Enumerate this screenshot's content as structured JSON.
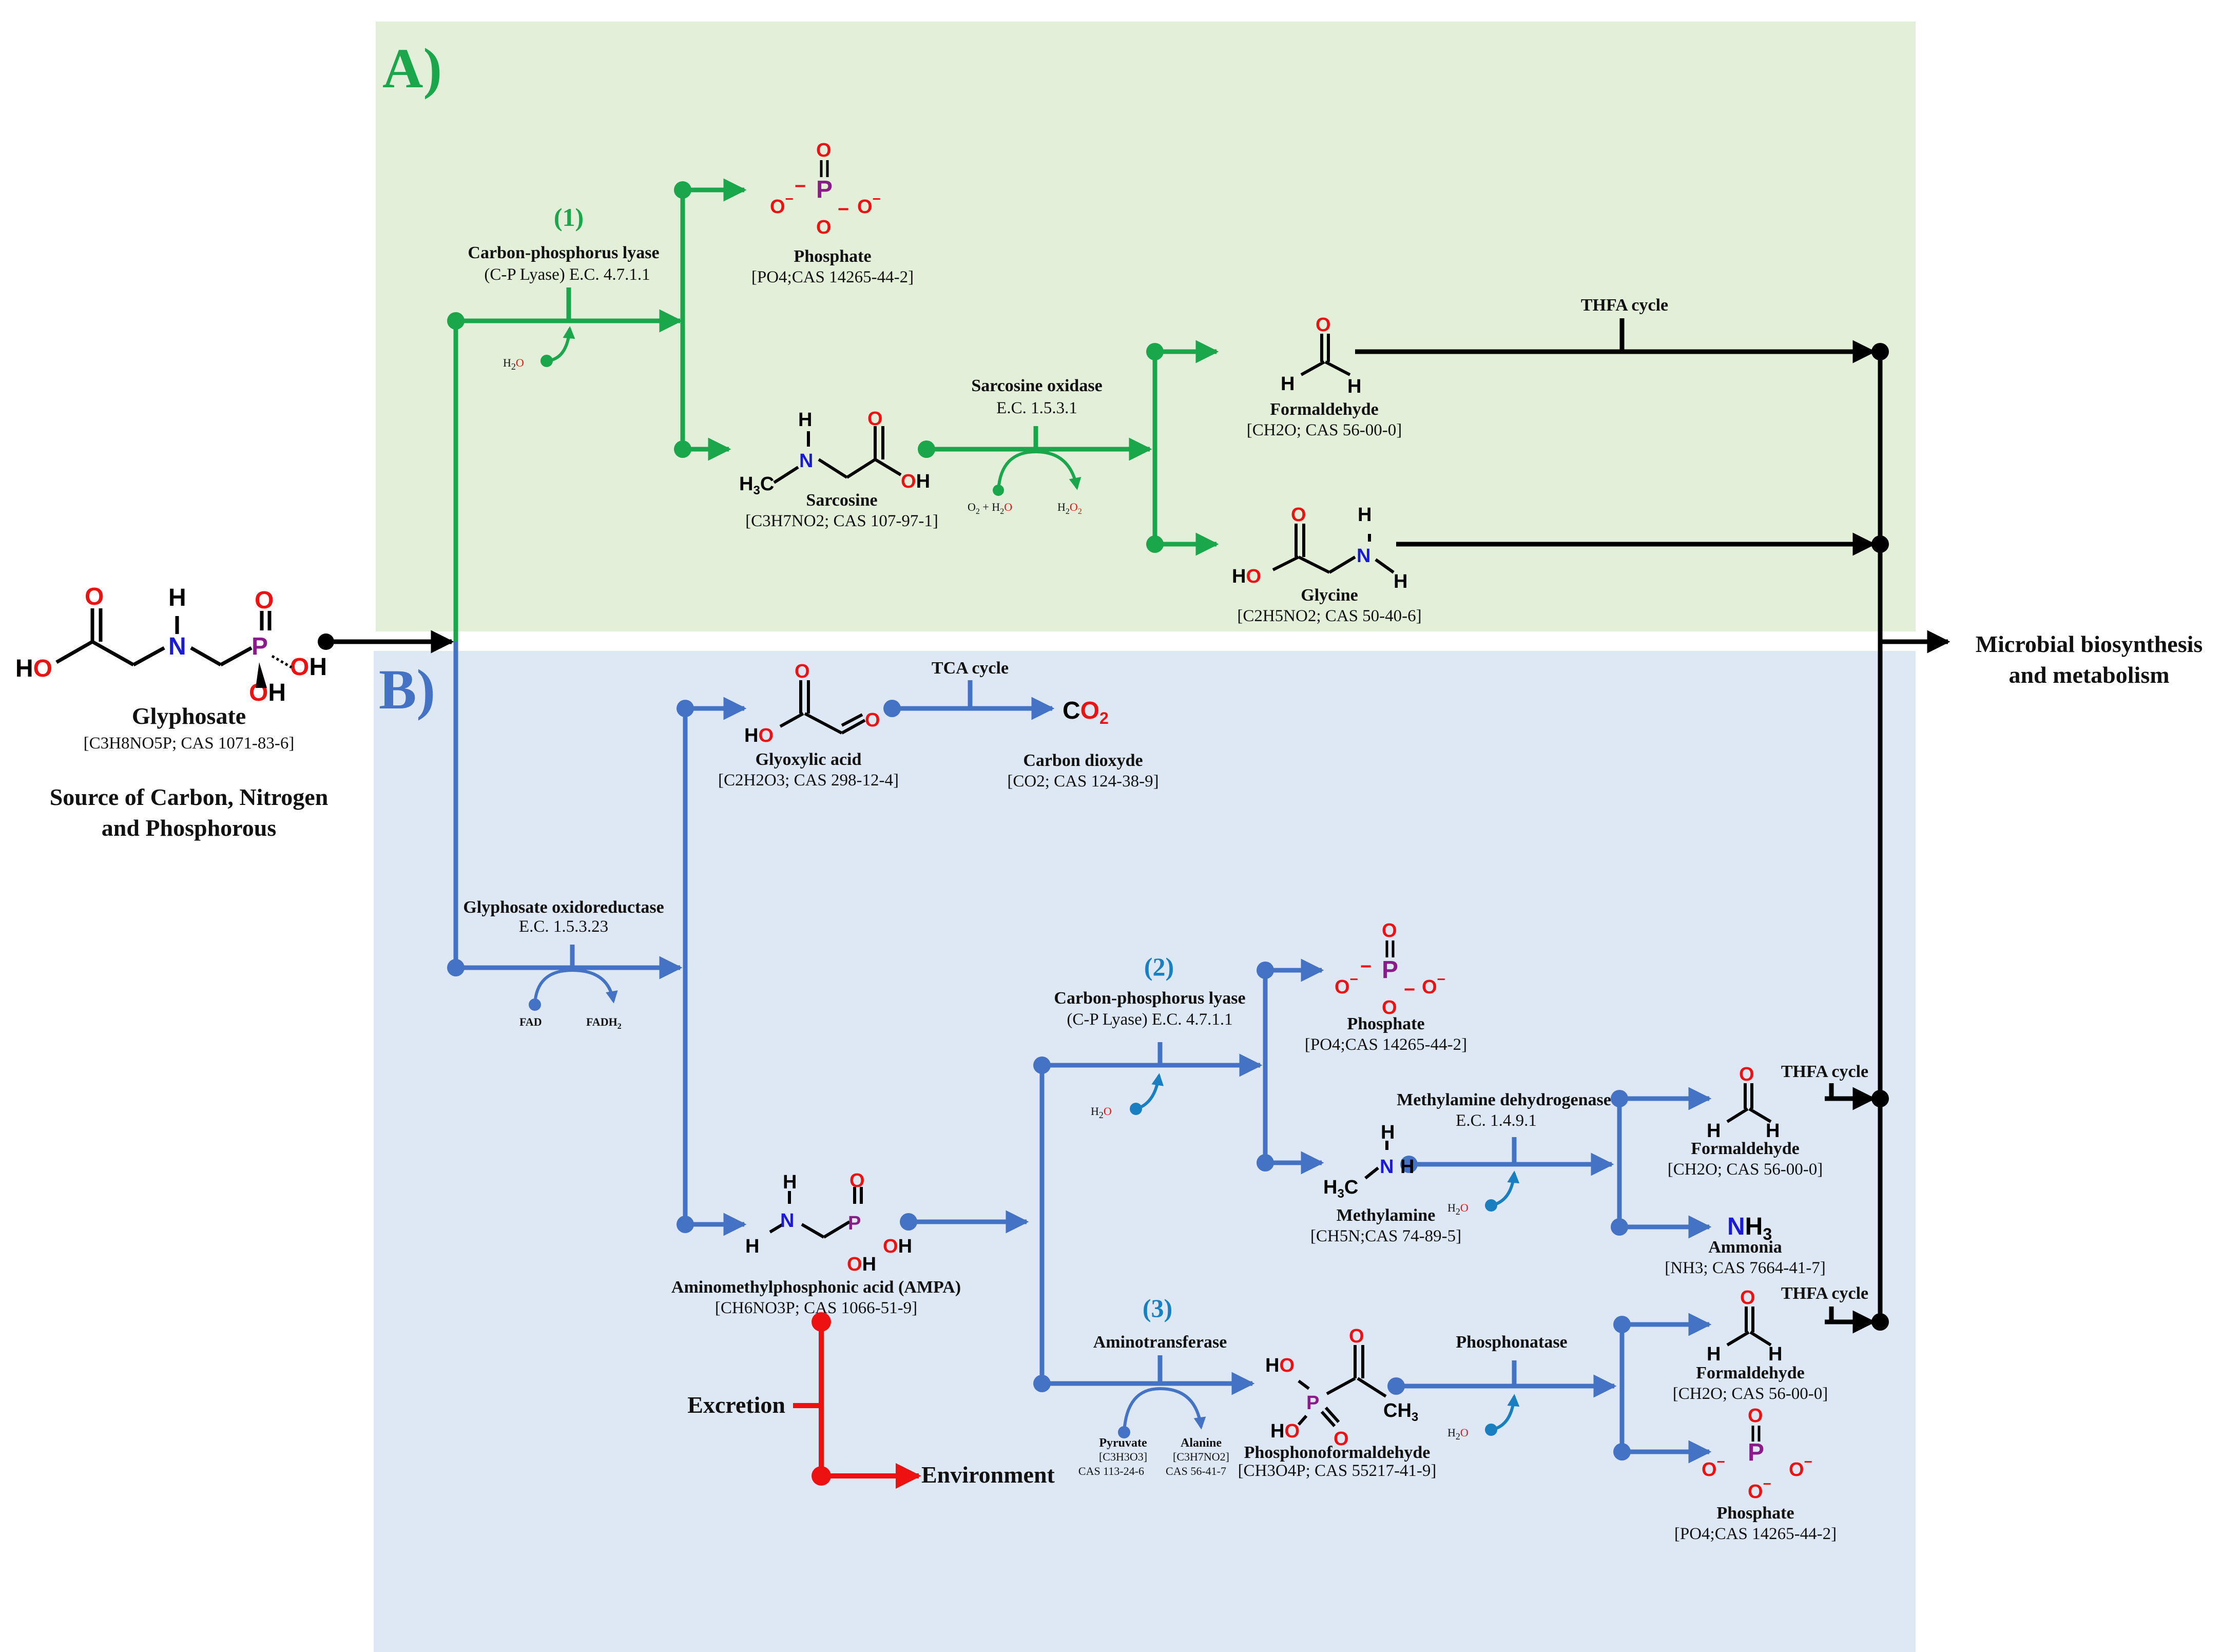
{
  "panels": {
    "a_label": "A)",
    "b_label": "B)"
  },
  "glyphosate": {
    "name": "Glyphosate",
    "formula": "[C3H8NO5P; CAS 1071-83-6]",
    "source_line1": "Source of Carbon, Nitrogen",
    "source_line2": "and Phosphorous"
  },
  "output": {
    "line1": "Microbial biosynthesis",
    "line2": "and metabolism"
  },
  "pathway_a": {
    "step_number": "(1)",
    "enzyme_cp_lyase": "Carbon-phosphorus lyase",
    "enzyme_cp_lyase_ec": "(C-P Lyase) E.C. 4.7.1.1",
    "phosphate": "Phosphate",
    "phosphate_cas": "[PO4;CAS 14265-44-2]",
    "sarcosine": "Sarcosine",
    "sarcosine_cas": "[C3H7NO2; CAS 107-97-1]",
    "sarcosine_oxidase": "Sarcosine oxidase",
    "sarcosine_oxidase_ec": "E.C. 1.5.3.1",
    "formaldehyde": "Formaldehyde",
    "formaldehyde_cas": "[CH2O; CAS 56-00-0]",
    "glycine": "Glycine",
    "glycine_cas": "[C2H5NO2; CAS 50-40-6]",
    "thfa": "THFA cycle"
  },
  "pathway_b": {
    "glyoxylic": "Glyoxylic acid",
    "glyoxylic_cas": "[C2H2O3; CAS 298-12-4]",
    "tca": "TCA cycle",
    "co2_name": "Carbon dioxyde",
    "co2_cas": "[CO2; CAS 124-38-9]",
    "gox": "Glyphosate oxidoreductase",
    "gox_ec": "E.C. 1.5.3.23",
    "fad": "FAD",
    "ampa": "Aminomethylphosphonic acid (AMPA)",
    "ampa_cas": "[CH6NO3P; CAS 1066-51-9]",
    "excretion": "Excretion",
    "environment": "Environment",
    "step2": "(2)",
    "cp_lyase": "Carbon-phosphorus lyase",
    "cp_lyase_ec": "(C-P Lyase) E.C. 4.7.1.1",
    "phosphate": "Phosphate",
    "phosphate_cas": "[PO4;CAS 14265-44-2]",
    "mad": "Methylamine dehydrogenase",
    "mad_ec": "E.C. 1.4.9.1",
    "methylamine": "Methylamine",
    "methylamine_cas": "[CH5N;CAS 74-89-5]",
    "formaldehyde": "Formaldehyde",
    "formaldehyde_cas": "[CH2O; CAS 56-00-0]",
    "ammonia": "Ammonia",
    "ammonia_cas": "[NH3; CAS 7664-41-7]",
    "thfa1": "THFA cycle",
    "thfa2": "THFA cycle",
    "step3": "(3)",
    "aminotransferase": "Aminotransferase",
    "pyruvate": "Pyruvate",
    "pyruvate_f": "[C3H3O3]",
    "pyruvate_cas": "CAS 113-24-6",
    "alanine": "Alanine",
    "alanine_f": "[C3H7NO2]",
    "alanine_cas": "CAS 56-41-7",
    "pfa": "Phosphonoformaldehyde",
    "pfa_cas": "[CH3O4P; CAS 55217-41-9]",
    "phosphonatase": "Phosphonatase",
    "formaldehyde2": "Formaldehyde",
    "formaldehyde2_cas": "[CH2O; CAS 56-00-0]",
    "phosphate2": "Phosphate",
    "phosphate2_cas": "[PO4;CAS 14265-44-2]"
  },
  "colors": {
    "green": "#1aa64b",
    "blue": "#4472c4",
    "red": "#ee1111",
    "black": "#000000",
    "panel_a_bg": "#e3efd9",
    "panel_b_bg": "#dee8f5"
  }
}
